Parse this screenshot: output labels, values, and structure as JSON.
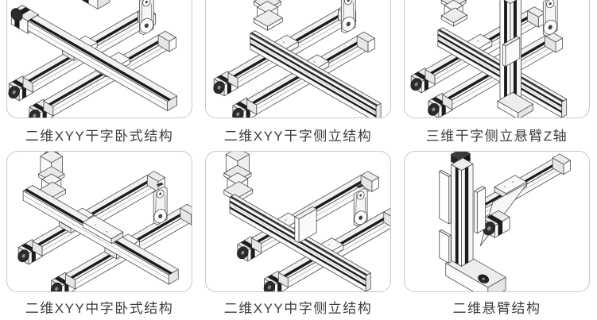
{
  "page": {
    "background": "#ffffff",
    "tile_border_color": "#c7c7c7",
    "caption_color": "#3d3d3d",
    "accent_dark": "#1b1b1b"
  },
  "tiles": [
    {
      "caption": "二维XYY干字卧式结构",
      "diagram": "gan-horizontal"
    },
    {
      "caption": "二维XYY干字侧立结构",
      "diagram": "gan-side"
    },
    {
      "caption": "三维干字侧立悬臂Z轴",
      "diagram": "gan-side-z"
    },
    {
      "caption": "二维XYY中字卧式结构",
      "diagram": "zhong-horizontal"
    },
    {
      "caption": "二维XYY中字侧立结构",
      "diagram": "zhong-side"
    },
    {
      "caption": "二维悬臂结构",
      "diagram": "cantilever"
    }
  ]
}
